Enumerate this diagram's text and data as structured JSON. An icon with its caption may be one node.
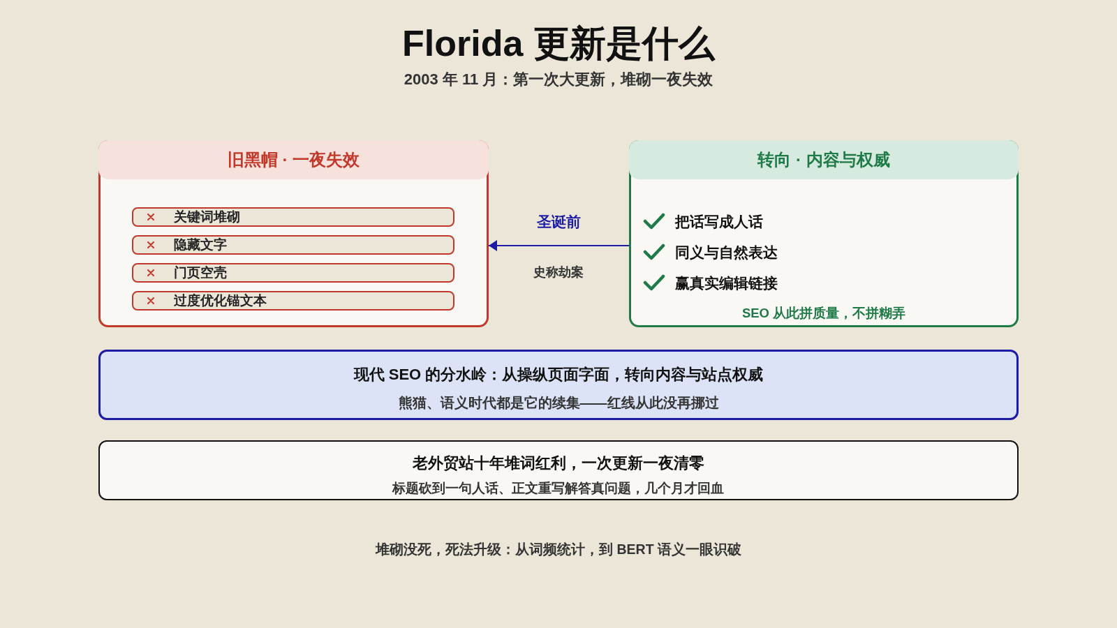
{
  "diagram": {
    "title": "Florida 更新是什么",
    "nodes": [
      {
        "text": [
          "旧黑帽 · 一夜失效"
        ]
      },
      {
        "text": [
          "关键词堆砌"
        ],
        "in": 0
      },
      {
        "text": [
          "隐藏文字"
        ],
        "in": 0
      },
      {
        "text": [
          "门页空壳"
        ],
        "in": 0
      },
      {
        "text": [
          "过度优化锚文本"
        ],
        "in": 0
      },
      {
        "text": [
          "转向 · 内容与权威",
          "把话写成人话",
          "同义与自然表达",
          "赢真实编辑链接",
          "SEO 从此拼质量，不拼糊弄"
        ]
      },
      {
        "text": [
          "现代 SEO 的分水岭：从操纵页面字面，转向内容与站点权威",
          "熊猫、语义时代都是它的续集——红线从此没再挪过"
        ]
      },
      {
        "text": [
          "老外贸站十年堆词红利，一次更新一夜清零",
          "标题砍到一句人话、正文重写解答真问题，几个月才回血"
        ]
      }
    ],
    "edges": [
      {
        "from": 5,
        "to": 0,
        "arrow": "to",
        "label": "圣诞前",
        "color": "#1b1ba6"
      }
    ],
    "labels": [
      "2003 年 11 月：第一次大更新，堆砌一夜失效",
      "史称劫案",
      "堆砌没死，死法升级：从词频统计，到 BERT 语义一眼识破"
    ]
  }
}
